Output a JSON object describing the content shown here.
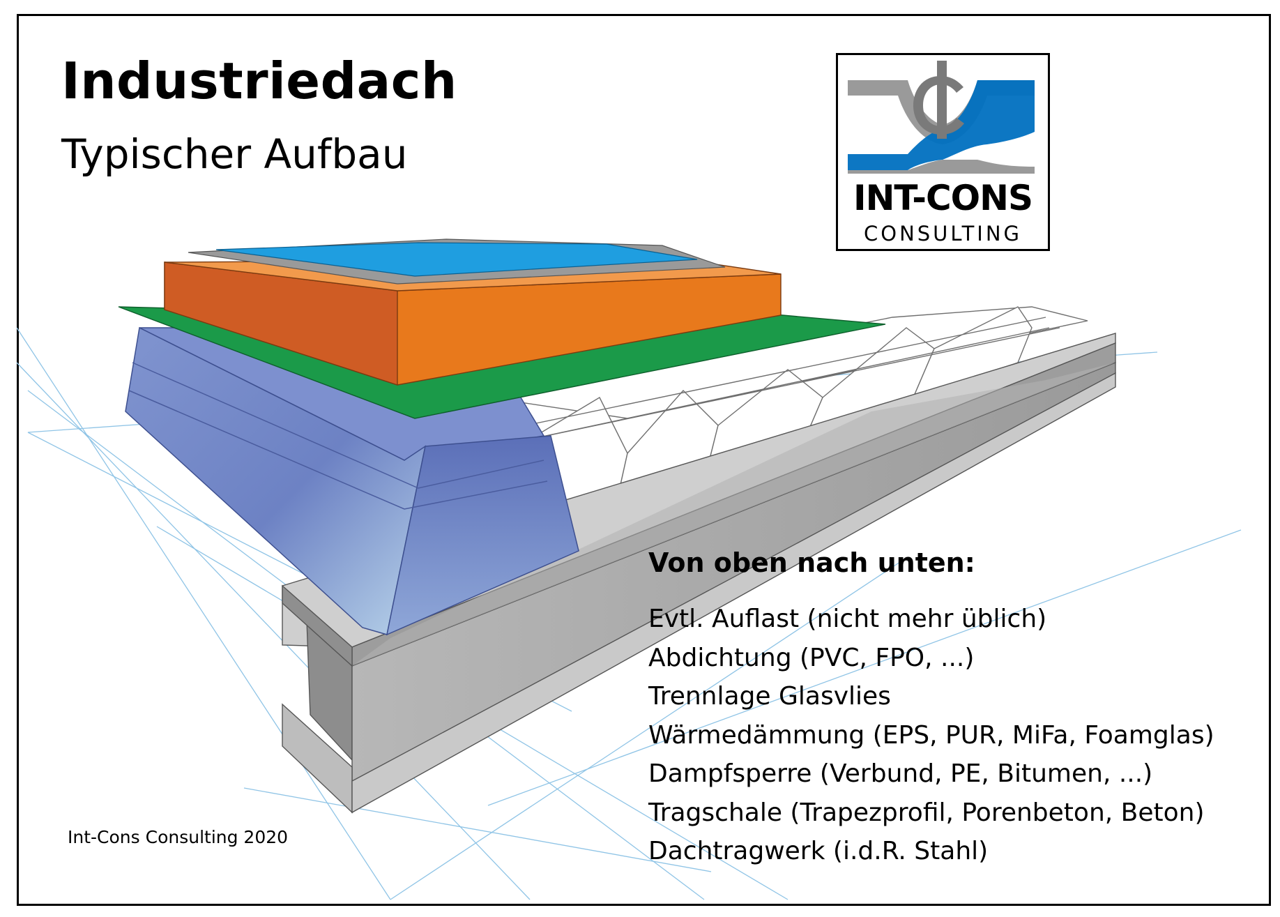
{
  "title": "Industriedach",
  "subtitle": "Typischer Aufbau",
  "logo": {
    "name": "INT-CONS",
    "sub": "CONSULTING",
    "colors": {
      "blue": "#0070c0",
      "gray": "#999999",
      "dark": "#6f6f6f"
    }
  },
  "legend": {
    "heading": "Von oben nach unten:",
    "items": [
      "Evtl. Auflast (nicht mehr üblich)",
      "Abdichtung (PVC, FPO, ...)",
      "Trennlage Glasvlies",
      "Wärmedämmung (EPS, PUR, MiFa, Foamglas)",
      "Dampfsperre (Verbund, PE, Bitumen, ...)",
      "Tragschale (Trapezprofil, Porenbeton, Beton)",
      "Dachtragwerk (i.d.R. Stahl)"
    ]
  },
  "credit": "Int-Cons Consulting 2020",
  "layer_colors": {
    "auflast": "#1f9ee0",
    "abdichtung": "#9a9a9a",
    "waermedaemmung": "#e8791c",
    "daemmung_side": "#cf5c24",
    "dampfsperre": "#1b9a49",
    "tragschale": "#7b8fc6",
    "stahl": "#a9a9a9"
  }
}
